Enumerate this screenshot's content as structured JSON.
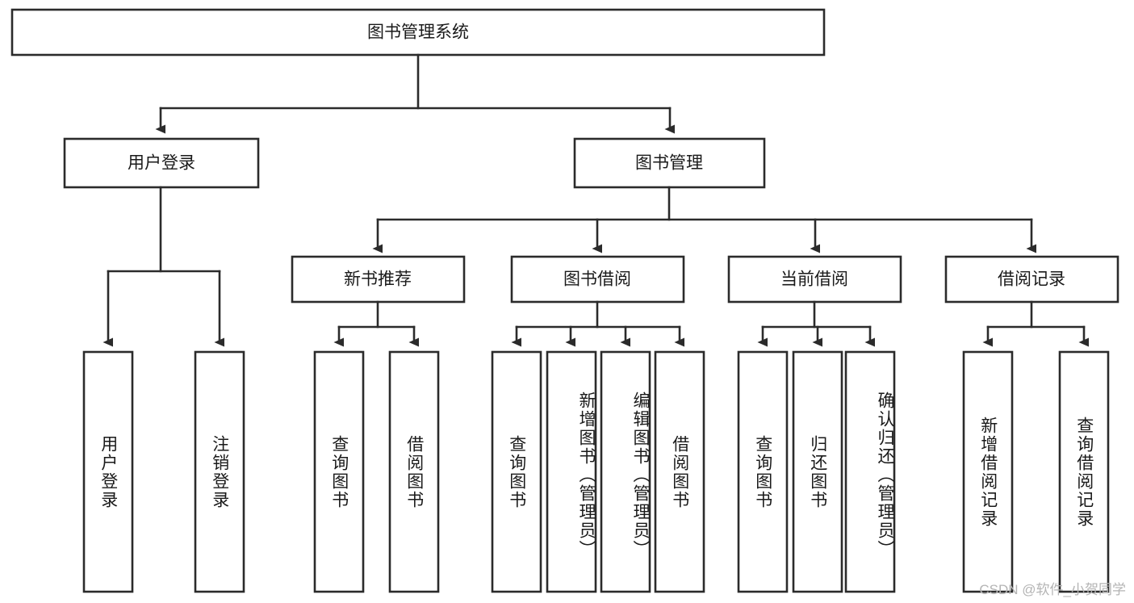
{
  "diagram": {
    "title": "图书管理系统",
    "watermark": "CSDN @软件_小贺同学",
    "colors": {
      "stroke": "#2b2b2b",
      "box_fill": "#ffffff",
      "text": "#1a1a1a",
      "background": "#ffffff",
      "watermark": "#b4b4b4"
    },
    "root": {
      "label": "图书管理系统",
      "level": 0
    },
    "level1": [
      {
        "label": "用户登录"
      },
      {
        "label": "图书管理"
      }
    ],
    "level2": [
      {
        "label": "新书推荐",
        "parent": "图书管理"
      },
      {
        "label": "图书借阅",
        "parent": "图书管理"
      },
      {
        "label": "当前借阅",
        "parent": "图书管理"
      },
      {
        "label": "借阅记录",
        "parent": "图书管理"
      }
    ],
    "leaves": {
      "user_login": [
        {
          "label": "用户登录"
        },
        {
          "label": "注销登录"
        }
      ],
      "new_book_recommend": [
        {
          "label": "查询图书"
        },
        {
          "label": "借阅图书"
        }
      ],
      "book_borrow": [
        {
          "label": "查询图书"
        },
        {
          "label": "新增图书（管理员）"
        },
        {
          "label": "编辑图书（管理员）"
        },
        {
          "label": "借阅图书"
        }
      ],
      "current_borrow": [
        {
          "label": "查询图书"
        },
        {
          "label": "归还图书"
        },
        {
          "label": "确认归还（管理员）"
        }
      ],
      "borrow_record": [
        {
          "label": "新增借阅记录"
        },
        {
          "label": "查询借阅记录"
        }
      ]
    }
  }
}
